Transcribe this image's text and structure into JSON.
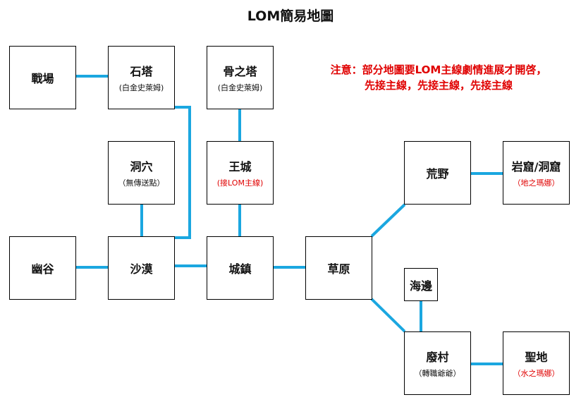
{
  "title": "LOM簡易地圖",
  "notice": {
    "line1": "注意：部分地圖要LOM主線劇情進展才開啓，",
    "line2": "先接主線，先接主線，先接主線"
  },
  "colors": {
    "connector": "#1ba7e0",
    "notice": "#e00000",
    "border": "#000000"
  },
  "nodes": [
    {
      "id": "battlefield",
      "name": "戰場",
      "sub": "",
      "sub_color": ""
    },
    {
      "id": "stone-tower",
      "name": "石塔",
      "sub": "(白金史萊姆)",
      "sub_color": "black"
    },
    {
      "id": "bone-tower",
      "name": "骨之塔",
      "sub": "(白金史萊姆)",
      "sub_color": "black"
    },
    {
      "id": "cave",
      "name": "洞穴",
      "sub": "（無傳送點）",
      "sub_color": "black"
    },
    {
      "id": "royal-city",
      "name": "王城",
      "sub": "(接LOM主線)",
      "sub_color": "red"
    },
    {
      "id": "wilderness",
      "name": "荒野",
      "sub": "",
      "sub_color": ""
    },
    {
      "id": "rock-cave",
      "name": "岩窟/洞窟",
      "sub": "（地之瑪娜）",
      "sub_color": "red"
    },
    {
      "id": "valley",
      "name": "幽谷",
      "sub": "",
      "sub_color": ""
    },
    {
      "id": "desert",
      "name": "沙漠",
      "sub": "",
      "sub_color": ""
    },
    {
      "id": "town",
      "name": "城鎮",
      "sub": "",
      "sub_color": ""
    },
    {
      "id": "grassland",
      "name": "草原",
      "sub": "",
      "sub_color": ""
    },
    {
      "id": "seaside",
      "name": "海邊",
      "sub": "",
      "sub_color": ""
    },
    {
      "id": "ruined-village",
      "name": "廢村",
      "sub": "（轉職爺爺）",
      "sub_color": "black"
    },
    {
      "id": "sanctuary",
      "name": "聖地",
      "sub": "（水之瑪娜）",
      "sub_color": "red"
    }
  ],
  "connections": [
    [
      "battlefield",
      "stone-tower"
    ],
    [
      "stone-tower",
      "desert"
    ],
    [
      "bone-tower",
      "royal-city"
    ],
    [
      "cave",
      "desert"
    ],
    [
      "royal-city",
      "town"
    ],
    [
      "valley",
      "desert"
    ],
    [
      "desert",
      "town"
    ],
    [
      "town",
      "grassland"
    ],
    [
      "grassland",
      "wilderness"
    ],
    [
      "wilderness",
      "rock-cave"
    ],
    [
      "grassland",
      "ruined-village"
    ],
    [
      "seaside",
      "ruined-village"
    ],
    [
      "ruined-village",
      "sanctuary"
    ]
  ]
}
